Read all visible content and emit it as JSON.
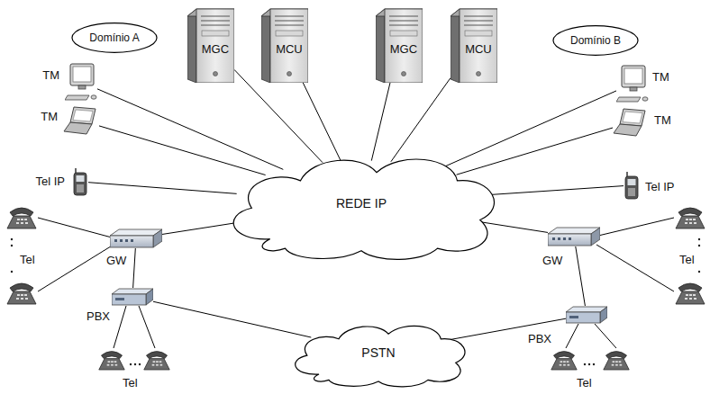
{
  "diagram": {
    "nodes": [
      {
        "text": [
          "Domínio A"
        ]
      },
      {
        "text": [
          "MGC"
        ]
      },
      {
        "text": [
          "MCU"
        ]
      },
      {
        "text": [
          "MGC"
        ]
      },
      {
        "text": [
          "MCU"
        ]
      },
      {
        "text": [
          "Domínio B"
        ]
      },
      {
        "text": [
          "TM"
        ]
      },
      {
        "text": [
          "TM"
        ]
      },
      {
        "text": [
          "Tel IP"
        ]
      },
      {
        "text": [
          "TM"
        ]
      },
      {
        "text": [
          "TM"
        ]
      },
      {
        "text": [
          "Tel IP"
        ]
      },
      {
        "text": [
          "REDE IP"
        ]
      },
      {
        "text": [
          "GW"
        ]
      },
      {
        "text": [
          "GW"
        ]
      },
      {
        "text": [
          "PBX"
        ]
      },
      {
        "text": [
          "PBX"
        ]
      },
      {
        "text": [
          "PSTN"
        ]
      }
    ],
    "edges": [
      {
        "from": 1,
        "to": 12,
        "arrow": "none"
      },
      {
        "from": 2,
        "to": 12,
        "arrow": "none"
      },
      {
        "from": 3,
        "to": 12,
        "arrow": "none"
      },
      {
        "from": 4,
        "to": 12,
        "arrow": "none"
      },
      {
        "from": 6,
        "to": 12,
        "arrow": "none"
      },
      {
        "from": 7,
        "to": 12,
        "arrow": "none"
      },
      {
        "from": 8,
        "to": 12,
        "arrow": "none"
      },
      {
        "from": 9,
        "to": 12,
        "arrow": "none"
      },
      {
        "from": 10,
        "to": 12,
        "arrow": "none"
      },
      {
        "from": 11,
        "to": 12,
        "arrow": "none"
      },
      {
        "from": 13,
        "to": 12,
        "arrow": "none"
      },
      {
        "from": 14,
        "to": 12,
        "arrow": "none"
      },
      {
        "from": 13,
        "to": 15,
        "arrow": "none"
      },
      {
        "from": 14,
        "to": 16,
        "arrow": "none"
      },
      {
        "from": 15,
        "to": 17,
        "arrow": "none"
      },
      {
        "from": 16,
        "to": 17,
        "arrow": "none"
      }
    ],
    "labels": [
      "Tel",
      "Tel",
      "Tel",
      "Tel"
    ]
  }
}
